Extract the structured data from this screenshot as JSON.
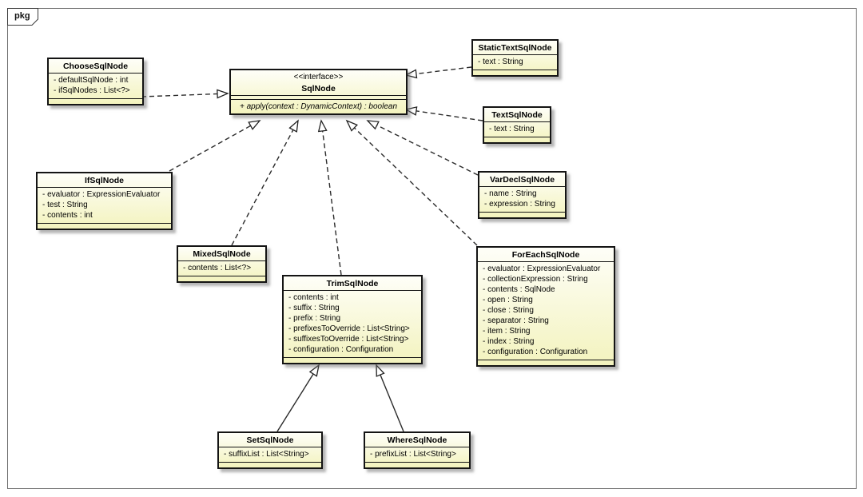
{
  "frame": {
    "label": "pkg"
  },
  "colors": {
    "box_fill_top": "#fefef8",
    "box_fill_bottom": "#f3f3be",
    "box_border": "#141414",
    "relation_line": "#2b2b2b",
    "frame_border": "#6e6e6e",
    "background": "#ffffff"
  },
  "classes": {
    "sqlnode": {
      "stereotype": "<<interface>>",
      "name": "SqlNode",
      "methods": [
        "+ apply(context : DynamicContext) : boolean"
      ]
    },
    "choose": {
      "name": "ChooseSqlNode",
      "attributes": [
        "- defaultSqlNode : int",
        "- ifSqlNodes : List<?>"
      ]
    },
    "statictext": {
      "name": "StaticTextSqlNode",
      "attributes": [
        "- text : String"
      ]
    },
    "text": {
      "name": "TextSqlNode",
      "attributes": [
        "- text : String"
      ]
    },
    "vardecl": {
      "name": "VarDeclSqlNode",
      "attributes": [
        "- name : String",
        "- expression : String"
      ]
    },
    "if": {
      "name": "IfSqlNode",
      "attributes": [
        "- evaluator : ExpressionEvaluator",
        "- test : String",
        "- contents : int"
      ]
    },
    "mixed": {
      "name": "MixedSqlNode",
      "attributes": [
        "- contents : List<?>"
      ]
    },
    "trim": {
      "name": "TrimSqlNode",
      "attributes": [
        "- contents : int",
        "- suffix : String",
        "- prefix : String",
        "- prefixesToOverride : List<String>",
        "- suffixesToOverride : List<String>",
        "- configuration : Configuration"
      ]
    },
    "foreach": {
      "name": "ForEachSqlNode",
      "attributes": [
        "- evaluator : ExpressionEvaluator",
        "- collectionExpression : String",
        "- contents : SqlNode",
        "- open : String",
        "- close : String",
        "- separator : String",
        "- item : String",
        "- index : String",
        "- configuration : Configuration"
      ]
    },
    "set": {
      "name": "SetSqlNode",
      "attributes": [
        "- suffixList : List<String>"
      ]
    },
    "where": {
      "name": "WhereSqlNode",
      "attributes": [
        "- prefixList : List<String>"
      ]
    }
  },
  "relations": [
    {
      "from": "ChooseSqlNode",
      "to": "SqlNode",
      "type": "realization"
    },
    {
      "from": "StaticTextSqlNode",
      "to": "SqlNode",
      "type": "realization"
    },
    {
      "from": "TextSqlNode",
      "to": "SqlNode",
      "type": "realization"
    },
    {
      "from": "VarDeclSqlNode",
      "to": "SqlNode",
      "type": "realization"
    },
    {
      "from": "IfSqlNode",
      "to": "SqlNode",
      "type": "realization"
    },
    {
      "from": "MixedSqlNode",
      "to": "SqlNode",
      "type": "realization"
    },
    {
      "from": "TrimSqlNode",
      "to": "SqlNode",
      "type": "realization"
    },
    {
      "from": "ForEachSqlNode",
      "to": "SqlNode",
      "type": "realization"
    },
    {
      "from": "SetSqlNode",
      "to": "TrimSqlNode",
      "type": "generalization"
    },
    {
      "from": "WhereSqlNode",
      "to": "TrimSqlNode",
      "type": "generalization"
    }
  ]
}
